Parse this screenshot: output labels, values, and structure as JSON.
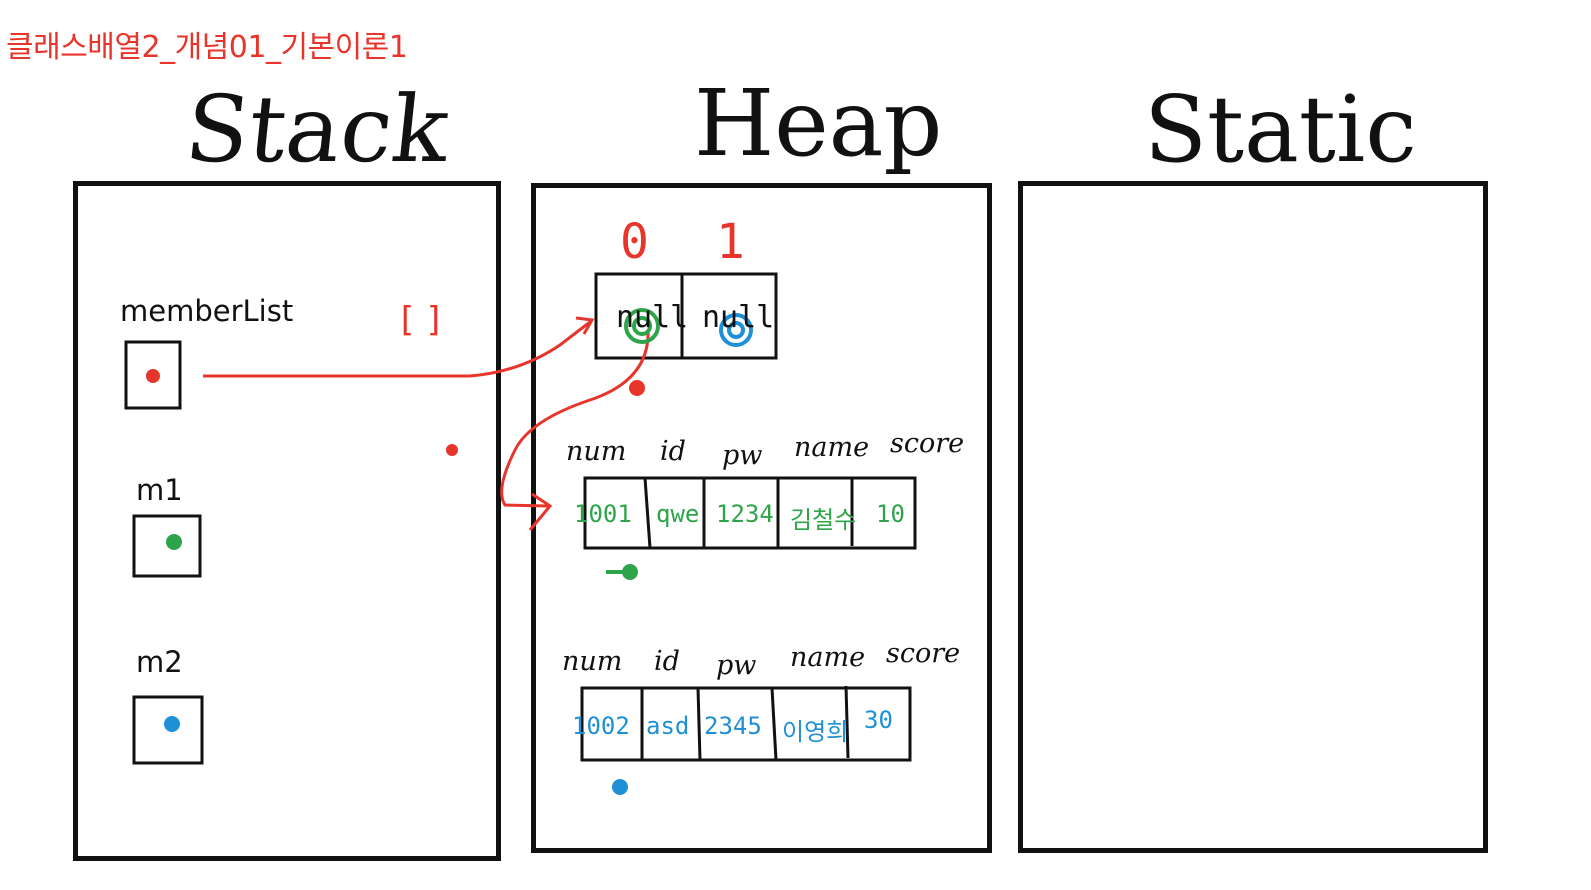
{
  "page_title": "클래스배열2_개념01_기본이론1",
  "sections": {
    "stack": "Stack",
    "heap": "Heap",
    "static": "Static"
  },
  "stack_vars": {
    "member_list": "memberList",
    "m1": "m1",
    "m2": "m2"
  },
  "heap_array": {
    "type_label": "[]",
    "indices": [
      "0",
      "1"
    ],
    "slots": [
      "null",
      "null"
    ]
  },
  "member_objects": [
    {
      "headers": [
        "num",
        "id",
        "pw",
        "name",
        "score"
      ],
      "values": [
        "1001",
        "qwe",
        "1234",
        "김철수",
        "10"
      ]
    },
    {
      "headers": [
        "num",
        "id",
        "pw",
        "name",
        "score"
      ],
      "values": [
        "1002",
        "asd",
        "2345",
        "이영희",
        "30"
      ]
    }
  ],
  "colors": {
    "title": "#e8352b",
    "array_ref": "#e8352b",
    "m1_ref": "#2ea44a",
    "m2_ref": "#1e90d6",
    "outline": "#111111"
  }
}
